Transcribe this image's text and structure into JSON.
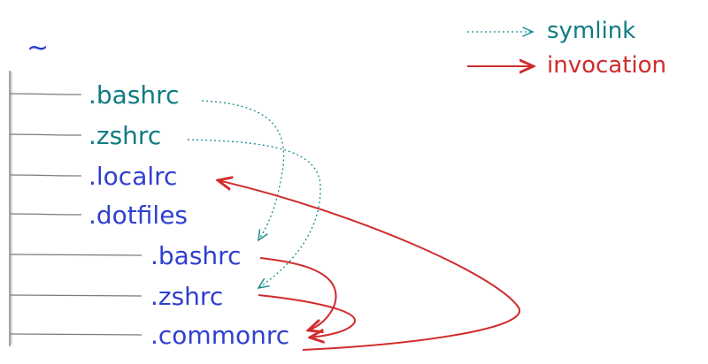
{
  "root": {
    "label": "~"
  },
  "tree": {
    "items": [
      {
        "label": ".bashrc",
        "kind": "symlink"
      },
      {
        "label": ".zshrc",
        "kind": "symlink"
      },
      {
        "label": ".localrc",
        "kind": "file"
      },
      {
        "label": ".dotfiles",
        "kind": "folder"
      },
      {
        "label": ".bashrc",
        "kind": "file"
      },
      {
        "label": ".zshrc",
        "kind": "file"
      },
      {
        "label": ".commonrc",
        "kind": "file"
      }
    ]
  },
  "legend": {
    "symlink": "symlink",
    "invocation": "invocation"
  },
  "colors": {
    "symlink_text": "#0f7c82",
    "file_text": "#2f3fd1",
    "invocation": "#d12b2b",
    "lines": "#7a7a7a",
    "symlink_arrow": "#1a8a8f"
  }
}
